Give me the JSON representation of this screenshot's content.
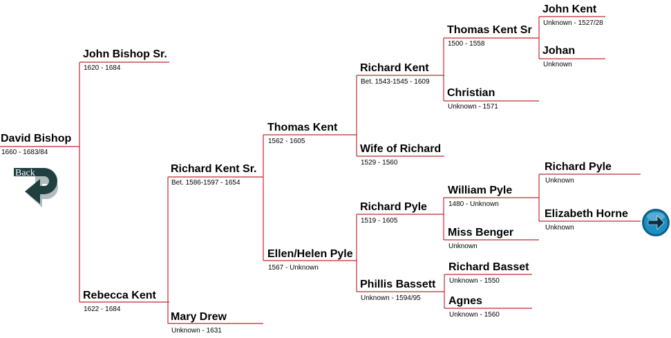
{
  "colors": {
    "line": "#c0282d",
    "back_arrow": "#1f3f41",
    "forward_button": "#1c8fc4"
  },
  "navigation": {
    "back_label": "Back",
    "back_icon": "curved-back-arrow-icon",
    "forward_icon": "right-arrow-circle-icon"
  },
  "persons": {
    "david_bishop": {
      "name": "David Bishop",
      "dates": "1660 - 1683/84"
    },
    "john_bishop_sr": {
      "name": "John Bishop Sr.",
      "dates": "1620 - 1684"
    },
    "rebecca_kent": {
      "name": "Rebecca Kent",
      "dates": "1622 - 1684"
    },
    "richard_kent_sr": {
      "name": "Richard Kent Sr.",
      "dates": "Bet. 1586-1597 - 1654"
    },
    "mary_drew": {
      "name": "Mary Drew",
      "dates": "Unknown - 1631"
    },
    "thomas_kent": {
      "name": "Thomas Kent",
      "dates": "1562 - 1605"
    },
    "ellen_helen_pyle": {
      "name": "Ellen/Helen Pyle",
      "dates": "1567 - Unknown"
    },
    "richard_kent": {
      "name": "Richard Kent",
      "dates": "Bet. 1543-1545 - 1609"
    },
    "wife_of_richard": {
      "name": "Wife of Richard",
      "dates": "1529 - 1560"
    },
    "richard_pyle_1": {
      "name": "Richard Pyle",
      "dates": "1519 - 1605"
    },
    "phillis_bassett": {
      "name": "Phillis Bassett",
      "dates": "Unknown - 1594/95"
    },
    "thomas_kent_sr": {
      "name": "Thomas Kent Sr",
      "dates": "1500 - 1558"
    },
    "christian": {
      "name": "Christian",
      "dates": "Unknown - 1571"
    },
    "william_pyle": {
      "name": "William Pyle",
      "dates": "1480 - Unknown"
    },
    "miss_benger": {
      "name": "Miss Benger",
      "dates": "Unknown"
    },
    "richard_basset": {
      "name": "Richard Basset",
      "dates": "Unknown  -  1550"
    },
    "agnes": {
      "name": "Agnes",
      "dates": "Unknown  -  1560"
    },
    "john_kent": {
      "name": "John Kent",
      "dates": "Unknown - 1527/28"
    },
    "johan": {
      "name": "Johan",
      "dates": "Unknown"
    },
    "richard_pyle_2": {
      "name": "Richard Pyle",
      "dates": "Unknown"
    },
    "elizabeth_horne": {
      "name": "Elizabeth Horne",
      "dates": "Unknown"
    }
  }
}
